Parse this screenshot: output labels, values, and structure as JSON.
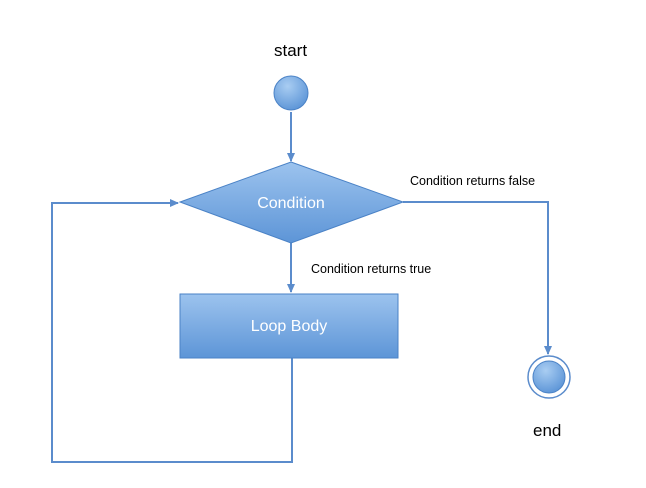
{
  "nodes": {
    "start_label": "start",
    "end_label": "end",
    "condition": "Condition",
    "loop_body": "Loop Body"
  },
  "edges": {
    "false_label": "Condition returns false",
    "true_label": "Condition returns true"
  },
  "colors": {
    "shape_fill_top": "#9cc3ee",
    "shape_fill_bottom": "#5d95d7",
    "shape_border": "#4a82c6",
    "connector": "#5b8ccc"
  }
}
